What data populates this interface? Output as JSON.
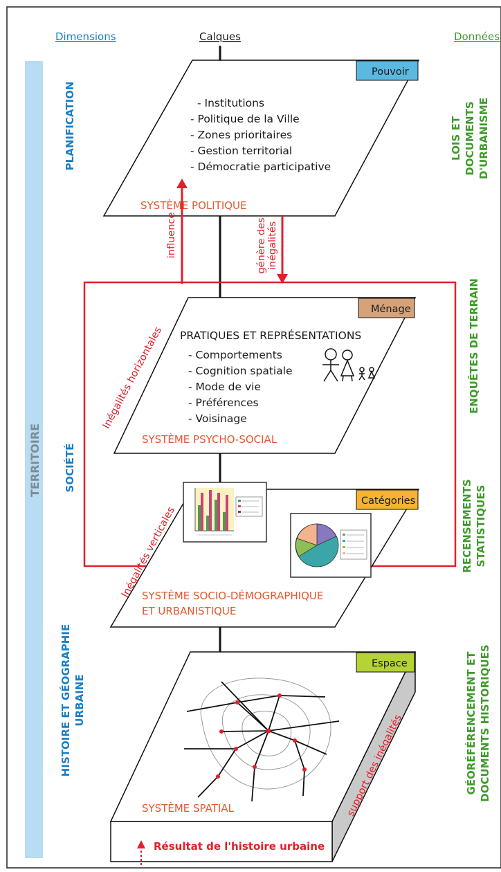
{
  "header": {
    "dimensions": "Dimensions",
    "calques": "Calques",
    "donnees": "Données"
  },
  "left_axis": {
    "territoire": "TERRITOIRE",
    "planification": "PLANIFICATION",
    "societe": "SOCIÉTÉ",
    "histoire_line1": "HISTOIRE ET GÉOGRAPHIE",
    "histoire_line2": "URBAINE"
  },
  "right_axis": {
    "lois_line1": "LOIS ET",
    "lois_line2": "DOCUMENTS",
    "lois_line3": "D'URBANISME",
    "enquetes": "ENQUÊTES DE TERRAIN",
    "recensements_line1": "RECENSEMENTS",
    "recensements_line2": "STATISTIQUES",
    "geo_line1": "GÉORÉFÉRENCEMENT ET",
    "geo_line2": "DOCUMENTS HISTORIQUES"
  },
  "layers": {
    "pouvoir": {
      "tag": "Pouvoir",
      "items": [
        "- Institutions",
        "- Politique de la Ville",
        "- Zones prioritaires",
        "- Gestion territorial",
        "- Démocratie participative"
      ],
      "system": "SYSTÈME POLITIQUE",
      "tag_color": "#5bb8e0"
    },
    "menage": {
      "tag": "Ménage",
      "heading": "PRATIQUES ET REPRÉSENTATIONS",
      "items": [
        "- Comportements",
        "- Cognition spatiale",
        "- Mode de vie",
        "- Préférences",
        "- Voisinage"
      ],
      "system": "SYSTÈME PSYCHO-SOCIAL",
      "tag_color": "#d5a27a",
      "side_label": "Inégalités horizontales"
    },
    "categories": {
      "tag": "Catégories",
      "system_line1": "SYSTÈME SOCIO-DÉMOGRAPHIQUE",
      "system_line2": "ET URBANISTIQUE",
      "tag_color": "#f5b334",
      "side_label": "Inégalités verticales"
    },
    "espace": {
      "tag": "Espace",
      "system": "SYSTÈME SPATIAL",
      "tag_color": "#b5d334",
      "side_label": "support des inégalités",
      "result": "Résultat de l'histoire urbaine"
    }
  },
  "arrows": {
    "influence": "influence",
    "genere_line1": "génère des",
    "genere_line2": "inégalités"
  },
  "colors": {
    "blue_label": "#1a7fc4",
    "green_label": "#3f9a2c",
    "orange_label": "#e4572e",
    "red": "#e0202a",
    "territoire_band": "#b8dcf2"
  }
}
